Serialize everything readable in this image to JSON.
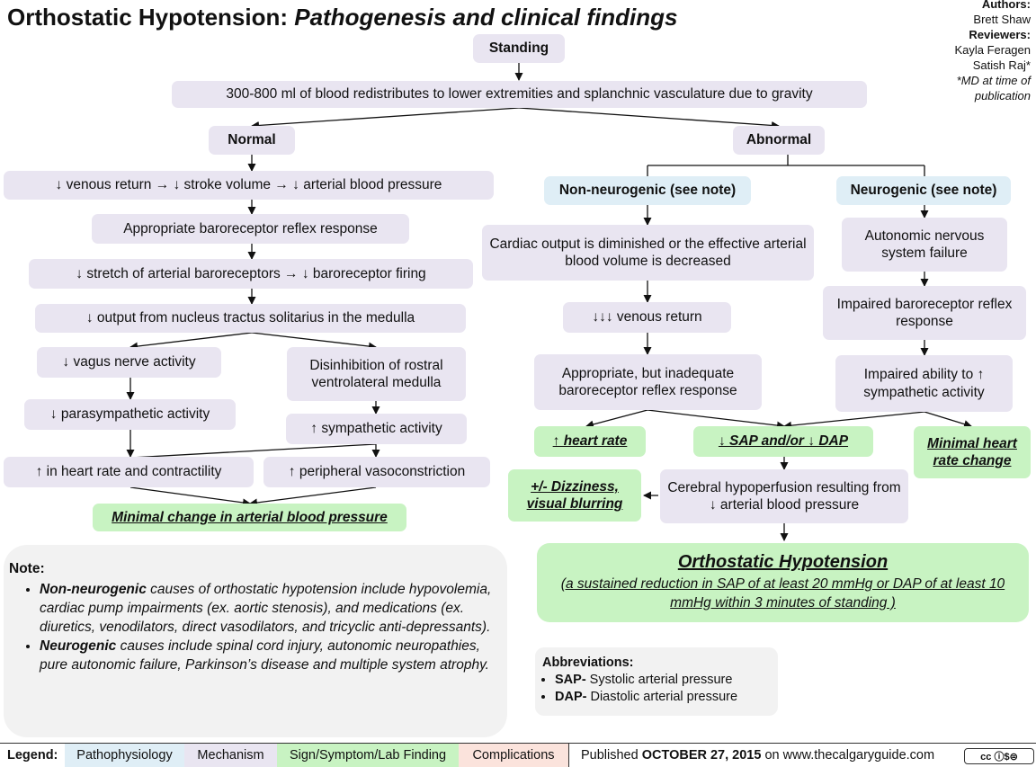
{
  "header": {
    "title_main": "Orthostatic Hypotension:",
    "title_sub": "Pathogenesis and clinical findings"
  },
  "authors": {
    "authors_label": "Authors:",
    "author": "Brett Shaw",
    "reviewers_label": "Reviewers:",
    "reviewer_1": "Kayla Feragen",
    "reviewer_2": "Satish Raj*",
    "footnote": "*MD at time of publication"
  },
  "nodes": {
    "standing": "Standing",
    "redistribution": "300-800 ml of blood redistributes to lower extremities and splanchnic vasculature due to gravity",
    "normal": "Normal",
    "abnormal": "Abnormal",
    "n_venous": "↓ venous return → ↓ stroke volume → ↓ arterial blood pressure",
    "n_reflex": "Appropriate baroreceptor reflex response",
    "n_stretch": "↓ stretch of arterial baroreceptors → ↓ baroreceptor firing",
    "n_nts": "↓ output from nucleus tractus solitarius in the medulla",
    "n_vagus": "↓ vagus nerve activity",
    "n_disinhib": "Disinhibition of rostral ventrolateral medulla",
    "n_parasym": "↓ parasympathetic activity",
    "n_sym": "↑ sympathetic activity",
    "n_hr": "↑ in heart rate and contractility",
    "n_vaso": "↑ peripheral vasoconstriction",
    "n_minimal_bp": "Minimal change in arterial blood pressure",
    "nonneuro": "Non-neurogenic (see note)",
    "neuro": "Neurogenic (see note)",
    "a_cardiac": "Cardiac output is diminished or the effective arterial blood volume is decreased",
    "a_venous": "↓↓↓ venous return",
    "a_inadequate": "Appropriate, but inadequate baroreceptor reflex response",
    "g_ans": "Autonomic nervous system failure",
    "g_impaired_reflex": "Impaired baroreceptor reflex response",
    "g_impaired_sym": "Impaired ability to ↑ sympathetic activity",
    "s_heart_rate": "↑ heart rate",
    "s_sap_dap": "↓ SAP and/or ↓ DAP",
    "s_minimal_hr": "Minimal heart rate change",
    "s_dizziness": "+/- Dizziness, visual blurring",
    "a_cerebral": "Cerebral hypoperfusion resulting from ↓ arterial blood pressure"
  },
  "oh": {
    "title": "Orthostatic Hypotension",
    "definition": "(a sustained reduction in SAP of at least 20 mmHg or DAP of at least 10 mmHg within 3 minutes of standing )"
  },
  "note": {
    "heading": "Note:",
    "item1_bold": "Non-neurogenic",
    "item1_rest": " causes of orthostatic hypotension include hypovolemia, cardiac pump impairments (ex. aortic stenosis), and medications (ex. diuretics, venodilators, direct vasodilators, and tricyclic anti-depressants).",
    "item2_bold": "Neurogenic",
    "item2_rest": " causes include spinal cord injury, autonomic neuropathies, pure autonomic failure, Parkinson’s disease and multiple system atrophy."
  },
  "abbreviations": {
    "heading": "Abbreviations:",
    "sap_key": "SAP-",
    "sap_val": " Systolic arterial pressure",
    "dap_key": "DAP-",
    "dap_val": " Diastolic arterial pressure"
  },
  "legend": {
    "label": "Legend:",
    "pathophysiology": "Pathophysiology",
    "mechanism": "Mechanism",
    "sign": "Sign/Symptom/Lab Finding",
    "complications": "Complications",
    "published_prefix": "Published ",
    "published_date": "OCTOBER 27, 2015",
    "published_suffix": " on www.thecalgaryguide.com",
    "license_glyphs": "cc ⓘ$⊜"
  },
  "colors": {
    "mechanism": "#e9e5f1",
    "pathophysiology": "#dfeef6",
    "sign": "#c8f3c2",
    "complications": "#fbe3dc",
    "note_bg": "#f2f2f2"
  }
}
